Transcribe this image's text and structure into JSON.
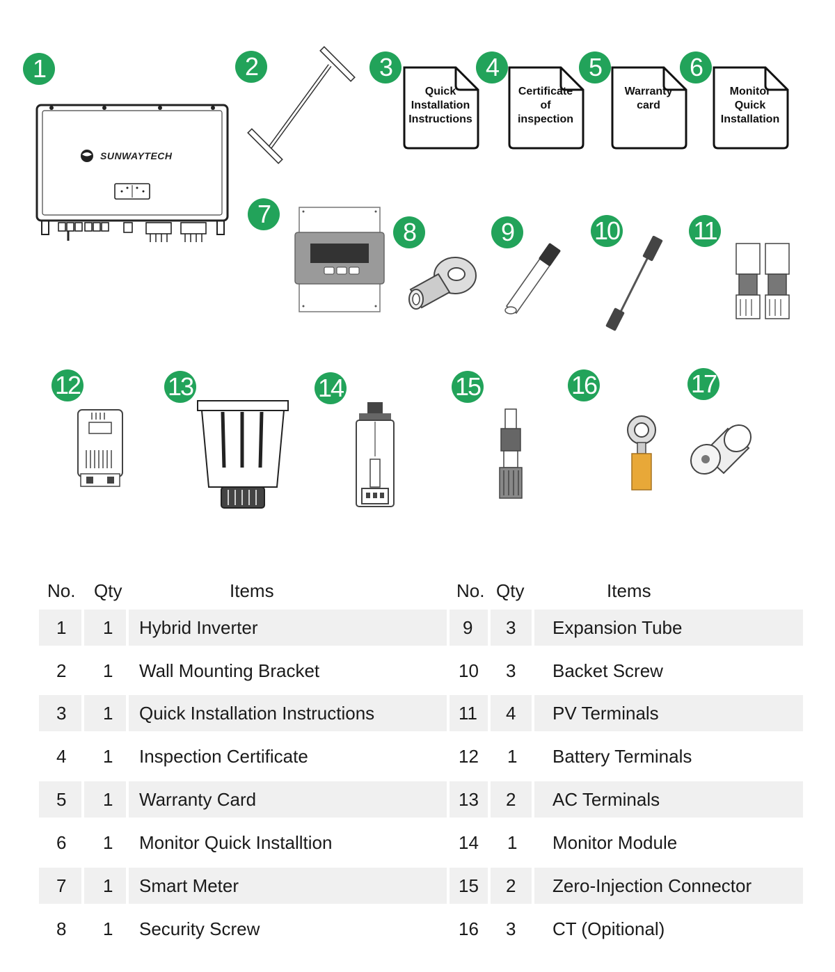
{
  "parts": [
    {
      "no": "1",
      "icon": "hybrid-inverter"
    },
    {
      "no": "2",
      "icon": "wall-mounting-bracket"
    },
    {
      "no": "3",
      "icon": "document"
    },
    {
      "no": "4",
      "icon": "document"
    },
    {
      "no": "5",
      "icon": "document"
    },
    {
      "no": "6",
      "icon": "document"
    },
    {
      "no": "7",
      "icon": "smart-meter"
    },
    {
      "no": "8",
      "icon": "ring-terminal"
    },
    {
      "no": "9",
      "icon": "expansion-tube"
    },
    {
      "no": "10",
      "icon": "bracket-screw"
    },
    {
      "no": "11",
      "icon": "pv-terminals"
    },
    {
      "no": "12",
      "icon": "battery-terminal"
    },
    {
      "no": "13",
      "icon": "ac-terminal"
    },
    {
      "no": "14",
      "icon": "monitor-module"
    },
    {
      "no": "15",
      "icon": "zero-injection-connector"
    },
    {
      "no": "16",
      "icon": "ring-terminal-insulated"
    },
    {
      "no": "17",
      "icon": "ct-clamp"
    }
  ],
  "brand": "SUNWAYTECH",
  "docs": {
    "d3": [
      "Quick",
      "Installation",
      "Instructions"
    ],
    "d4": [
      "Certificate",
      "of",
      "inspection"
    ],
    "d5": [
      "Warranty",
      "card"
    ],
    "d6": [
      "Monitor",
      "Quick",
      "Installation"
    ]
  },
  "table": {
    "headers": {
      "no": "No.",
      "qty": "Qty",
      "items": "Items"
    },
    "left": [
      {
        "no": "1",
        "qty": "1",
        "item": "Hybrid Inverter"
      },
      {
        "no": "2",
        "qty": "1",
        "item": "Wall Mounting Bracket"
      },
      {
        "no": "3",
        "qty": "1",
        "item": "Quick Installation Instructions"
      },
      {
        "no": "4",
        "qty": "1",
        "item": "Inspection Certificate"
      },
      {
        "no": "5",
        "qty": "1",
        "item": "Warranty Card"
      },
      {
        "no": "6",
        "qty": "1",
        "item": "Monitor Quick Installtion"
      },
      {
        "no": "7",
        "qty": "1",
        "item": "Smart Meter"
      },
      {
        "no": "8",
        "qty": "1",
        "item": "Security Screw"
      }
    ],
    "right": [
      {
        "no": "9",
        "qty": "3",
        "item": "Expansion Tube"
      },
      {
        "no": "10",
        "qty": "3",
        "item": "Backet Screw"
      },
      {
        "no": "11",
        "qty": "4",
        "item": "PV Terminals"
      },
      {
        "no": "12",
        "qty": "1",
        "item": "Battery Terminals"
      },
      {
        "no": "13",
        "qty": "2",
        "item": "AC Terminals"
      },
      {
        "no": "14",
        "qty": "1",
        "item": "Monitor Module"
      },
      {
        "no": "15",
        "qty": "2",
        "item": "Zero-Injection Connector"
      },
      {
        "no": "16",
        "qty": "3",
        "item": "CT (Opitional)"
      }
    ]
  },
  "colors": {
    "badge": "#22a35a",
    "row_shade": "#f0f0f0",
    "terminal_sleeve": "#e8a838"
  }
}
